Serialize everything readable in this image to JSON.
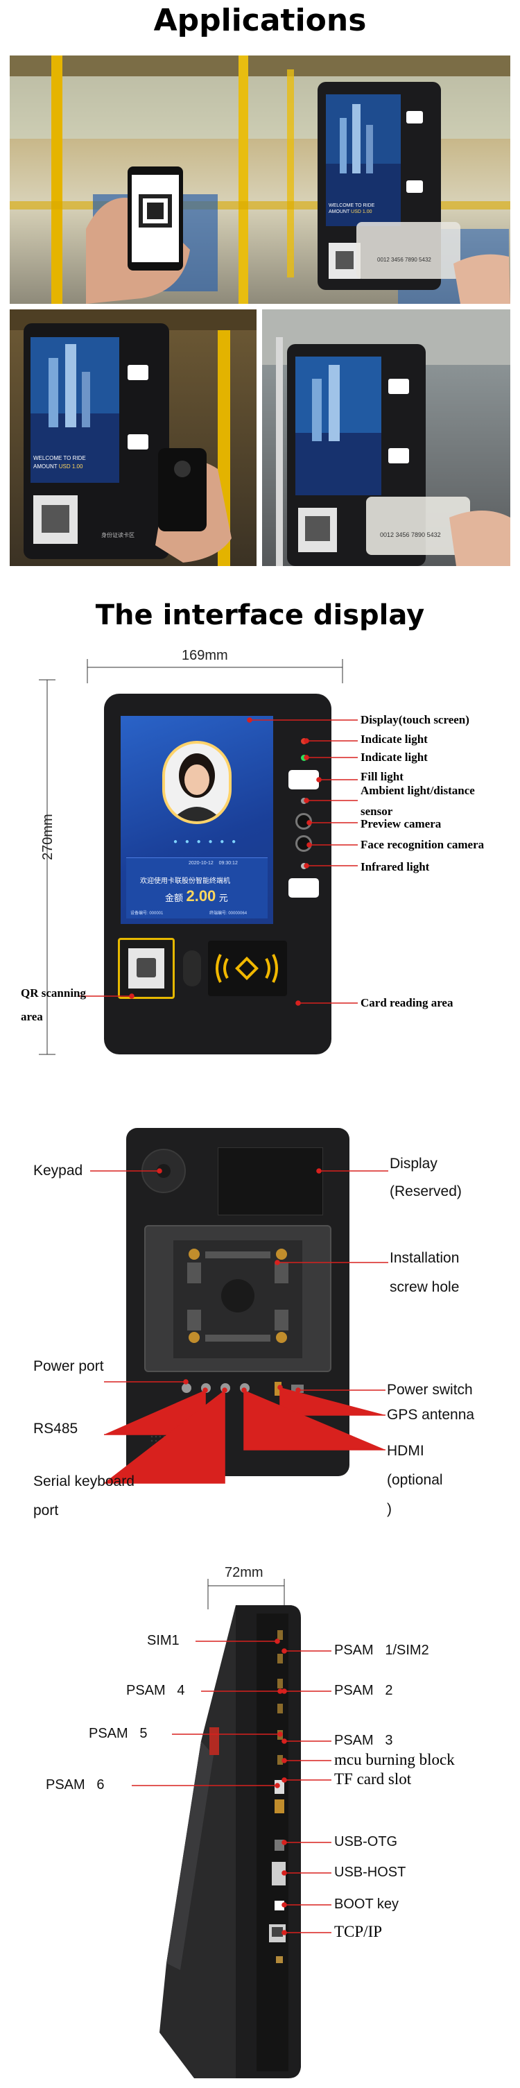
{
  "section1": {
    "title": "Applications"
  },
  "screen_text": {
    "welcome": "WELCOME TO RIDE",
    "amount_label": "AMOUNT",
    "amount_value": "USD 1.00",
    "card_number": "0012 3456 7890 5432",
    "id_card_area": "身份证读卡区"
  },
  "section2": {
    "title": "The interface display",
    "width_dim": "169mm",
    "height_dim": "270mm",
    "labels": [
      "Display(touch screen)",
      "Indicate light",
      "Indicate light",
      "Fill light",
      "Ambient light/distance",
      "sensor",
      "Preview camera",
      "Face recognition camera",
      "Infrared light"
    ],
    "qr_label_line1": "QR scanning",
    "qr_label_line2": "area",
    "card_reading": "Card reading area",
    "screen": {
      "datetime": "2020-10-12    09:30:12",
      "welcome_cn": "欢迎使用卡联股份智能终端机",
      "amount_cn": "金额",
      "amount_value": "2.00",
      "amount_unit": "元",
      "footer_left": "设备编号: 000001",
      "footer_right": "终端编号: 00000064"
    }
  },
  "section3": {
    "keypad": "Keypad",
    "display_line1": "Display",
    "display_line2": "(Reserved)",
    "install_line1": "Installation",
    "install_line2": "screw hole",
    "power_port": "Power port",
    "power_switch": "Power switch",
    "gps": "GPS antenna",
    "rs485": "RS485",
    "hdmi_line1": "HDMI",
    "hdmi_line2": "(optional",
    "hdmi_line3": ")",
    "serial_line1": "Serial keyboard",
    "serial_line2": "port"
  },
  "section4": {
    "width_dim": "72mm",
    "left_labels": [
      "SIM1",
      "PSAM   4",
      "PSAM   5",
      "PSAM   6"
    ],
    "right_labels": [
      "PSAM   1/SIM2",
      "PSAM   2",
      "PSAM   3",
      "mcu burning block",
      "TF card slot",
      "USB-OTG",
      "USB-HOST",
      "BOOT key",
      "TCP/IP"
    ]
  }
}
